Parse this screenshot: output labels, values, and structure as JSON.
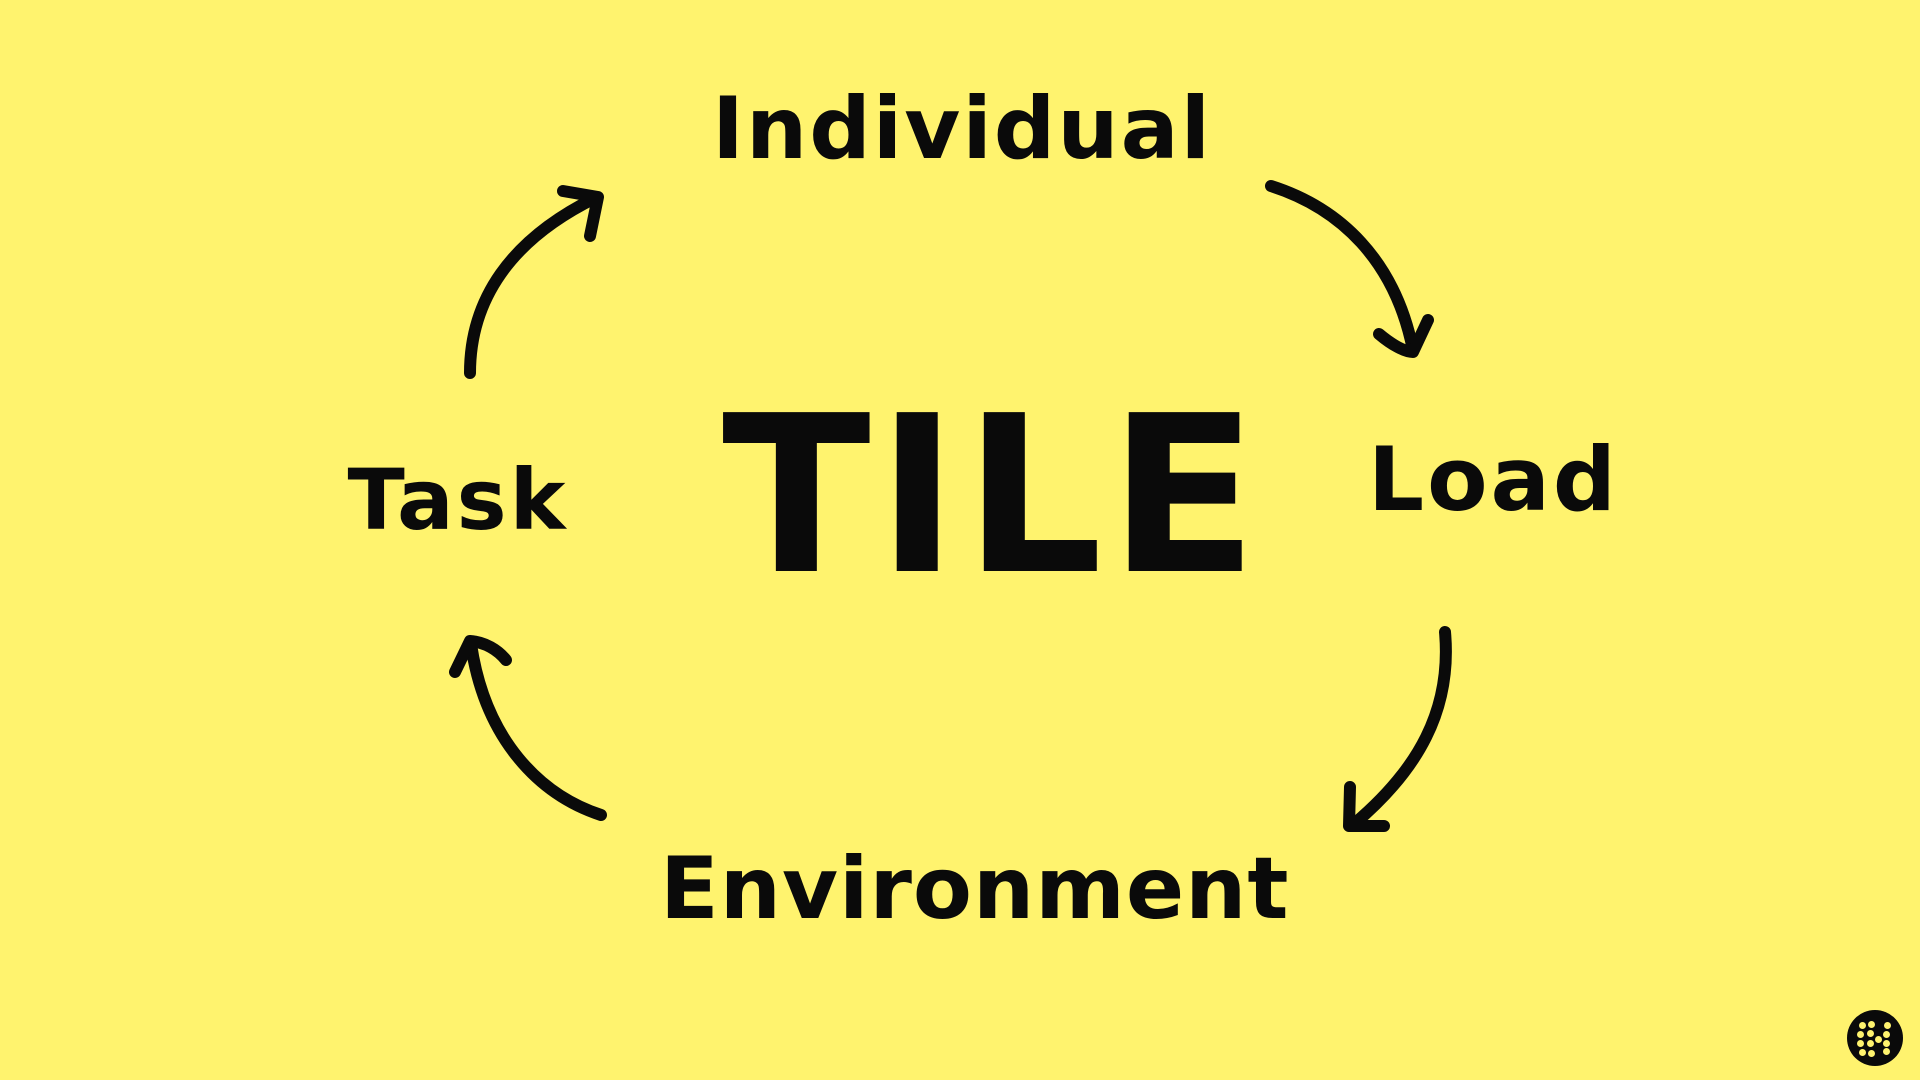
{
  "diagram": {
    "title": "TILE",
    "center_label": "TILE",
    "nodes": [
      {
        "id": "individual",
        "label": "Individual",
        "position": "top"
      },
      {
        "id": "load",
        "label": "Load",
        "position": "right"
      },
      {
        "id": "environment",
        "label": "Environment",
        "position": "bottom"
      },
      {
        "id": "task",
        "label": "Task",
        "position": "left"
      }
    ],
    "edges": [
      {
        "from": "task",
        "to": "individual",
        "style": "curved-arrow"
      },
      {
        "from": "individual",
        "to": "load",
        "style": "curved-arrow"
      },
      {
        "from": "load",
        "to": "environment",
        "style": "curved-arrow"
      },
      {
        "from": "environment",
        "to": "task",
        "style": "curved-arrow"
      }
    ]
  },
  "colors": {
    "background": "#fff36e",
    "ink": "#0a0a0a"
  },
  "logo": {
    "icon": "dotted-h-logo-icon"
  }
}
